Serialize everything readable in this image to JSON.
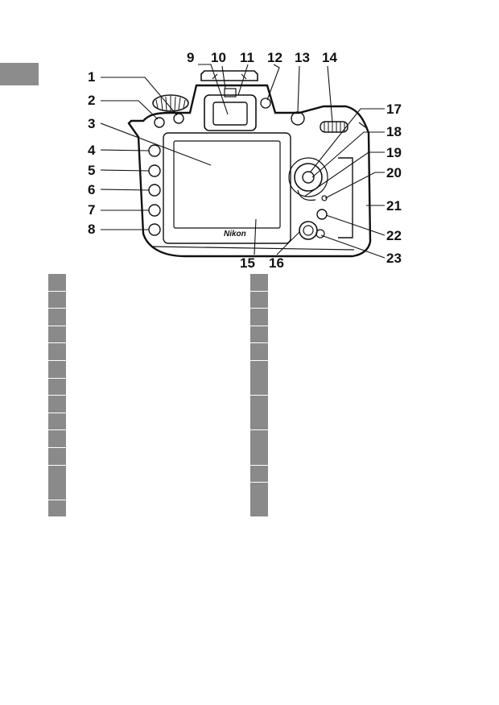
{
  "callouts": [
    "1",
    "2",
    "3",
    "4",
    "5",
    "6",
    "7",
    "8",
    "9",
    "10",
    "11",
    "12",
    "13",
    "14",
    "15",
    "16",
    "17",
    "18",
    "19",
    "20",
    "21",
    "22",
    "23"
  ],
  "brand": "Nikon",
  "legend": {
    "left": [
      1,
      1,
      1,
      1,
      1,
      1,
      1,
      1,
      1,
      1,
      1,
      2,
      1
    ],
    "right": [
      1,
      1,
      1,
      1,
      1,
      2,
      2,
      2,
      1,
      2
    ]
  }
}
